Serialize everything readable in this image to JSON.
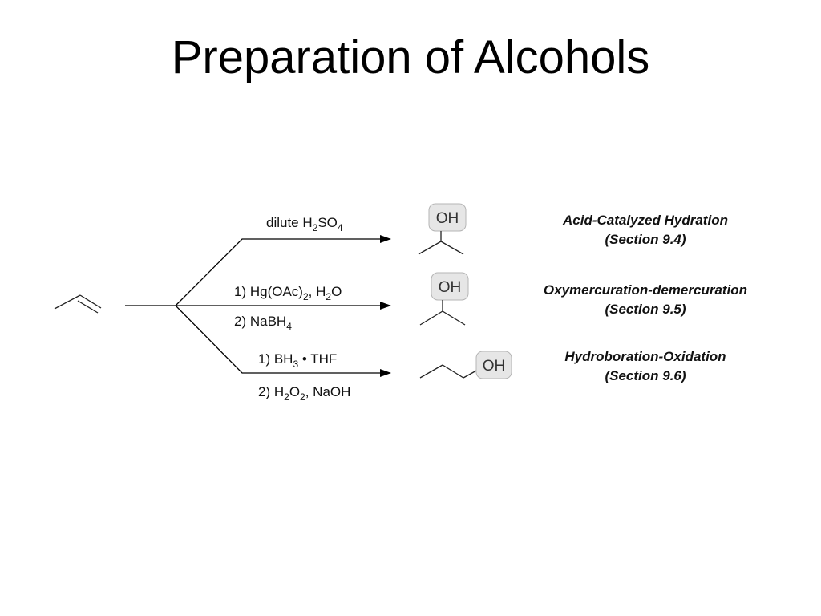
{
  "title": "Preparation of Alcohols",
  "hydroxyl_label": "OH",
  "routes": [
    {
      "reagent_lines": [
        [
          {
            "t": "dilute H"
          },
          {
            "t": "2",
            "sub": true
          },
          {
            "t": "SO"
          },
          {
            "t": "4",
            "sub": true
          }
        ]
      ],
      "name": "Acid-Catalyzed Hydration",
      "section": "(Section 9.4)"
    },
    {
      "reagent_lines": [
        [
          {
            "t": "1) Hg(OAc)"
          },
          {
            "t": "2",
            "sub": true
          },
          {
            "t": ", H"
          },
          {
            "t": "2",
            "sub": true
          },
          {
            "t": "O"
          }
        ],
        [
          {
            "t": "2) NaBH"
          },
          {
            "t": "4",
            "sub": true
          }
        ]
      ],
      "name": "Oxymercuration-demercuration",
      "section": "(Section 9.5)"
    },
    {
      "reagent_lines": [
        [
          {
            "t": "1) BH"
          },
          {
            "t": "3",
            "sub": true
          },
          {
            "t": " • THF"
          }
        ],
        [
          {
            "t": "2) H"
          },
          {
            "t": "2",
            "sub": true
          },
          {
            "t": "O"
          },
          {
            "t": "2",
            "sub": true
          },
          {
            "t": ", NaOH"
          }
        ]
      ],
      "name": "Hydroboration-Oxidation",
      "section": "(Section 9.6)"
    }
  ]
}
